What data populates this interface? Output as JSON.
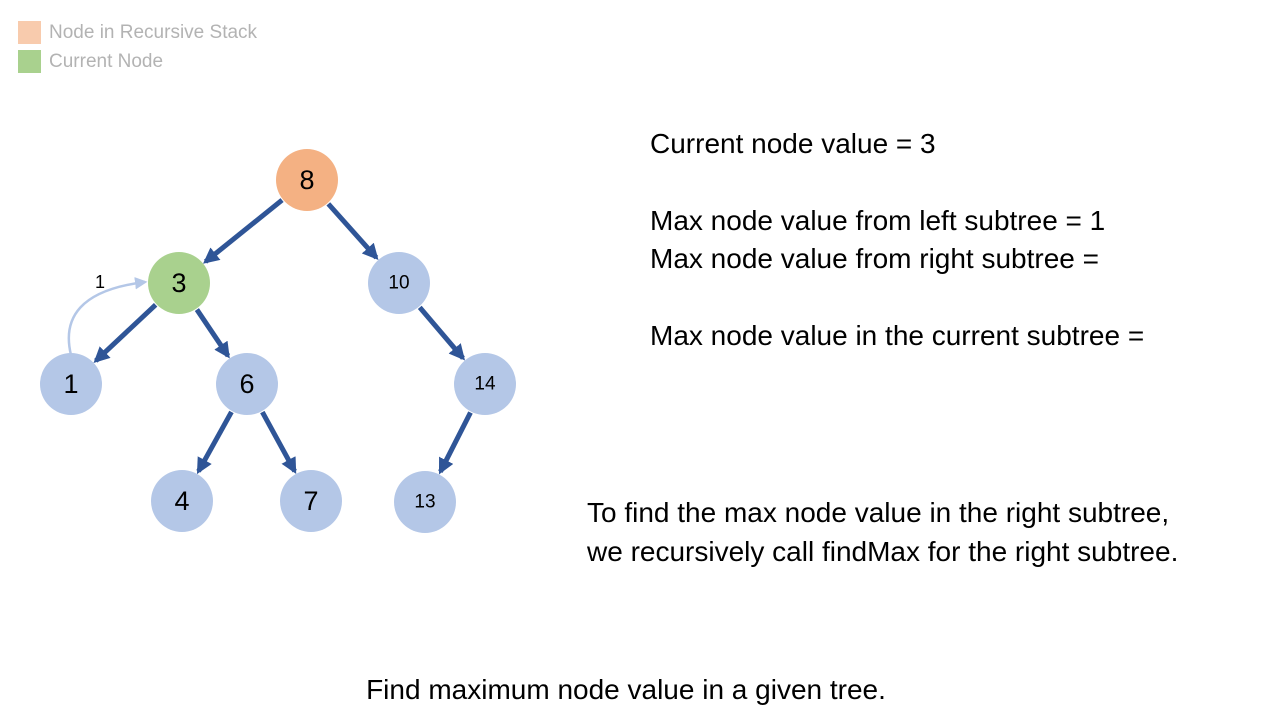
{
  "legend": [
    {
      "label": "Node in Recursive Stack",
      "color": "#f8cbad"
    },
    {
      "label": "Current Node",
      "color": "#a9d18e"
    }
  ],
  "colors": {
    "stack_node": "#f4b183",
    "current_node": "#a9d18e",
    "default_node": "#b4c7e7",
    "edge": "#2f5597",
    "return_arrow": "#b4c7e7"
  },
  "tree": {
    "nodes": [
      {
        "id": "n8",
        "label": "8",
        "state": "stack"
      },
      {
        "id": "n3",
        "label": "3",
        "state": "current"
      },
      {
        "id": "n10",
        "label": "10",
        "state": "default"
      },
      {
        "id": "n1",
        "label": "1",
        "state": "default"
      },
      {
        "id": "n6",
        "label": "6",
        "state": "default"
      },
      {
        "id": "n14",
        "label": "14",
        "state": "default"
      },
      {
        "id": "n4",
        "label": "4",
        "state": "default"
      },
      {
        "id": "n7",
        "label": "7",
        "state": "default"
      },
      {
        "id": "n13",
        "label": "13",
        "state": "default"
      }
    ],
    "edges": [
      [
        "n8",
        "n3"
      ],
      [
        "n8",
        "n10"
      ],
      [
        "n3",
        "n1"
      ],
      [
        "n3",
        "n6"
      ],
      [
        "n10",
        "n14"
      ],
      [
        "n6",
        "n4"
      ],
      [
        "n6",
        "n7"
      ],
      [
        "n14",
        "n13"
      ]
    ],
    "return_value": {
      "from": "n1",
      "to": "n3",
      "label": "1"
    }
  },
  "info": {
    "current": "Current node value = 3",
    "left_max": "Max node value from left subtree = 1",
    "right_max": "Max node value from right subtree =",
    "subtree_max": "Max node value in the current subtree ="
  },
  "explanation": "To find the max node value in the right subtree, we recursively call findMax for the right subtree.",
  "caption": "Find maximum node value in a given tree."
}
